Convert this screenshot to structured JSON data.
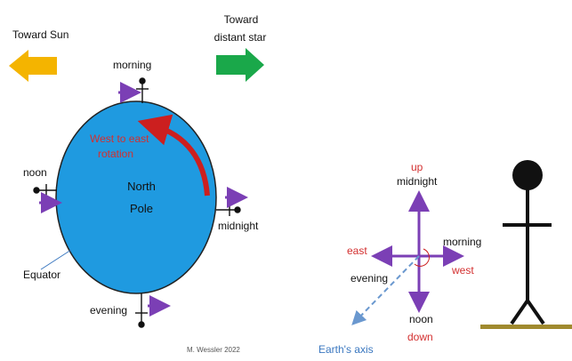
{
  "top": {
    "toward_sun": "Toward Sun",
    "toward_star_line1": "Toward",
    "toward_star_line2": "distant star"
  },
  "earth": {
    "north_pole_line1": "North",
    "north_pole_line2": "Pole",
    "rotation_line1": "West to east",
    "rotation_line2": "rotation",
    "equator": "Equator",
    "positions": {
      "morning": "morning",
      "noon": "noon",
      "midnight": "midnight",
      "evening": "evening"
    }
  },
  "compass": {
    "up": "up",
    "midnight": "midnight",
    "east": "east",
    "west": "west",
    "morning": "morning",
    "evening": "evening",
    "noon": "noon",
    "down": "down",
    "earth_axis": "Earth's axis"
  },
  "credit": "M. Wessler 2022",
  "colors": {
    "sun_arrow": "#f4b400",
    "star_arrow": "#1aa84a",
    "earth": "#1f9ae0",
    "rotation": "#cc1f1f",
    "direction_arrow": "#7b3fb5",
    "ground": "#a08a2e"
  }
}
